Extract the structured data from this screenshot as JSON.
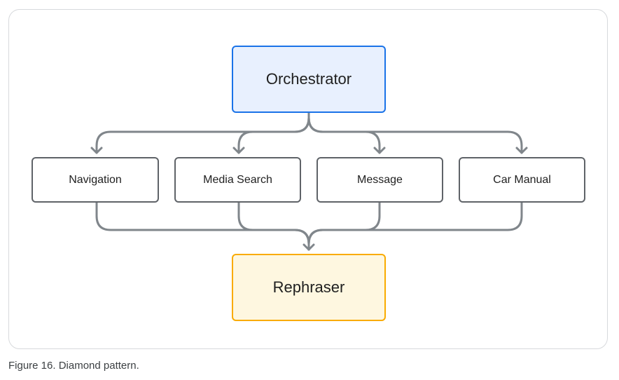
{
  "diagram": {
    "top_node": "Orchestrator",
    "middle_nodes": [
      "Navigation",
      "Media Search",
      "Message",
      "Car Manual"
    ],
    "bottom_node": "Rephraser"
  },
  "caption": "Figure 16. Diamond pattern.",
  "colors": {
    "orchestrator_fill": "#e8f0fe",
    "orchestrator_border": "#1a73e8",
    "rephraser_fill": "#fef7e0",
    "rephraser_border": "#f9ab00",
    "node_border": "#5f6368",
    "connector": "#80868b"
  }
}
